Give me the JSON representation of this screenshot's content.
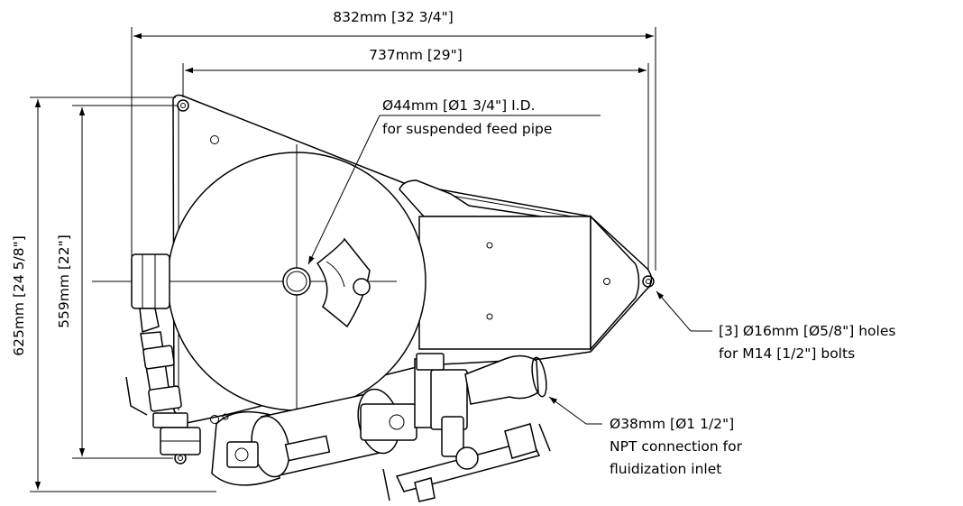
{
  "dimensions": {
    "overall_width": "832mm [32 3/4\"]",
    "bolt_span_width": "737mm [29\"]",
    "overall_height": "625mm [24 5/8\"]",
    "bolt_span_height": "559mm [22\"]"
  },
  "callouts": {
    "feed_pipe": {
      "line1": "Ø44mm [Ø1 3/4\"] I.D.",
      "line2": "for suspended feed pipe"
    },
    "holes": {
      "line1": "[3] Ø16mm [Ø5/8\"] holes",
      "line2": "for M14 [1/2\"] bolts"
    },
    "inlet": {
      "line1": "Ø38mm [Ø1 1/2\"]",
      "line2": "NPT connection for",
      "line3": "fluidization inlet"
    }
  }
}
